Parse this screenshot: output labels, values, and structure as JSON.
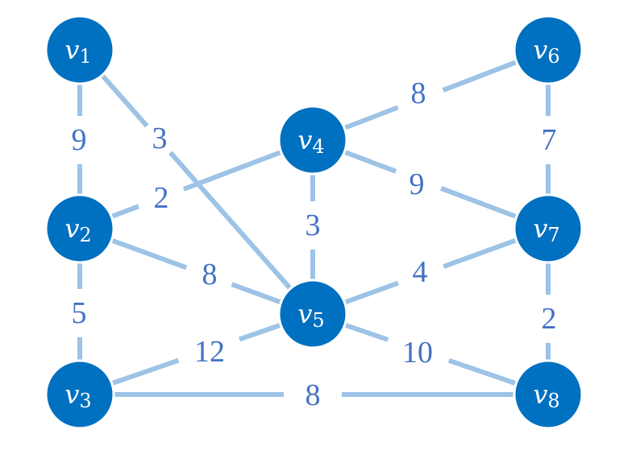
{
  "colors": {
    "edge": "#9dc3e6",
    "weight_text": "#4472c4",
    "node_fill": "#0070c0",
    "node_text": "#ffffff"
  },
  "nodes": [
    {
      "id": "v1",
      "label": "v",
      "sub": "1"
    },
    {
      "id": "v2",
      "label": "v",
      "sub": "2"
    },
    {
      "id": "v3",
      "label": "v",
      "sub": "3"
    },
    {
      "id": "v4",
      "label": "v",
      "sub": "4"
    },
    {
      "id": "v5",
      "label": "v",
      "sub": "5"
    },
    {
      "id": "v6",
      "label": "v",
      "sub": "6"
    },
    {
      "id": "v7",
      "label": "v",
      "sub": "7"
    },
    {
      "id": "v8",
      "label": "v",
      "sub": "8"
    }
  ],
  "edges": [
    {
      "from": "v1",
      "to": "v2",
      "weight": "9"
    },
    {
      "from": "v1",
      "to": "v5",
      "weight": "3"
    },
    {
      "from": "v2",
      "to": "v4",
      "weight": "2"
    },
    {
      "from": "v2",
      "to": "v5",
      "weight": "8"
    },
    {
      "from": "v2",
      "to": "v3",
      "weight": "5"
    },
    {
      "from": "v3",
      "to": "v5",
      "weight": "12"
    },
    {
      "from": "v3",
      "to": "v8",
      "weight": "8"
    },
    {
      "from": "v4",
      "to": "v6",
      "weight": "8"
    },
    {
      "from": "v4",
      "to": "v5",
      "weight": "3"
    },
    {
      "from": "v4",
      "to": "v7",
      "weight": "9"
    },
    {
      "from": "v5",
      "to": "v7",
      "weight": "4"
    },
    {
      "from": "v5",
      "to": "v8",
      "weight": "10"
    },
    {
      "from": "v6",
      "to": "v7",
      "weight": "7"
    },
    {
      "from": "v7",
      "to": "v8",
      "weight": "2"
    }
  ]
}
